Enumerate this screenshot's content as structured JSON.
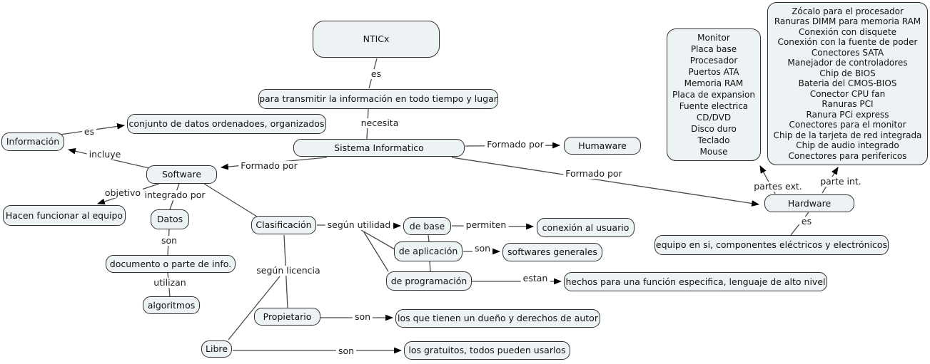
{
  "title": "Mapa conceptual NTICx",
  "colors": {
    "background": "#ffffff",
    "node_fill": "#edf3f4",
    "node_border": "#2e2e2e",
    "line": "#4a4a4a",
    "arrow": "#000000"
  },
  "nodes": {
    "nticx": "NTICx",
    "transmitir": "para transmitir la información en todo tiempo y lugar",
    "sistema": "Sistema Informatico",
    "humaware": "Humaware",
    "informacion": "Información",
    "conjunto": "conjunto de datos ordenadoes, organizados",
    "software": "Software",
    "hacen": "Hacen funcionar al equipo",
    "datos": "Datos",
    "documento": "documento o parte de info.",
    "algoritmos": "algoritmos",
    "clasificacion": "Clasificación",
    "de_base": "de base",
    "conexion": "conexión al usuario",
    "de_aplicacion": "de aplicación",
    "softwares_generales": "softwares generales",
    "de_programacion": "de programación",
    "hechos": "hechos para una función especifica, lenguaje de alto nivel",
    "propietario": "Propietario",
    "duenos": "los que tienen un dueño y derechos de autor",
    "libre": "Libre",
    "gratuitos": "los gratuitos, todos pueden usarlos",
    "hardware": "Hardware",
    "equipo": "equipo en si, componentes eléctricos y electrónicos",
    "partes_externas": [
      "Monitor",
      "Placa base",
      "Procesador",
      "Puertos ATA",
      "Memoria RAM",
      "Placa de expansion",
      "Fuente electrica",
      "CD/DVD",
      "Disco duro",
      "Teclado",
      "Mouse"
    ],
    "partes_internas": [
      "Zócalo para el procesador",
      "Ranuras DIMM para memoria RAM",
      "Conexión con disquete",
      "Conexión con la fuente de poder",
      "Conectores SATA",
      "Manejador de controladores",
      "Chip de BIOS",
      "Bateria del CMOS-BIOS",
      "Conector CPU fan",
      "Ranuras PCI",
      "Ranura PCi express",
      "Conectores para el monitor",
      "Chip de la tarjeta de red integrada",
      "Chip de audio integrado",
      "Conectores para perifericos"
    ]
  },
  "labels": {
    "es_nticx": "es",
    "necesita": "necesita",
    "formado_por_humaware": "Formado por",
    "formado_por_software": "Formado por",
    "formado_por_hardware": "Formado por",
    "es_informacion": "es",
    "incluye": "incluye",
    "objetivo": "objetivo",
    "integrado_por": "integrado por",
    "son_datos": "son",
    "utilizan": "utilizan",
    "segun_utilidad": "según utilidad",
    "permiten": "permiten",
    "son_aplicacion": "son",
    "estan": "estan",
    "segun_licencia": "según licencia",
    "son_propietario": "son",
    "son_libre": "son",
    "partes_ext": "partes ext.",
    "parte_int": "parte int.",
    "es_hardware": "es"
  }
}
